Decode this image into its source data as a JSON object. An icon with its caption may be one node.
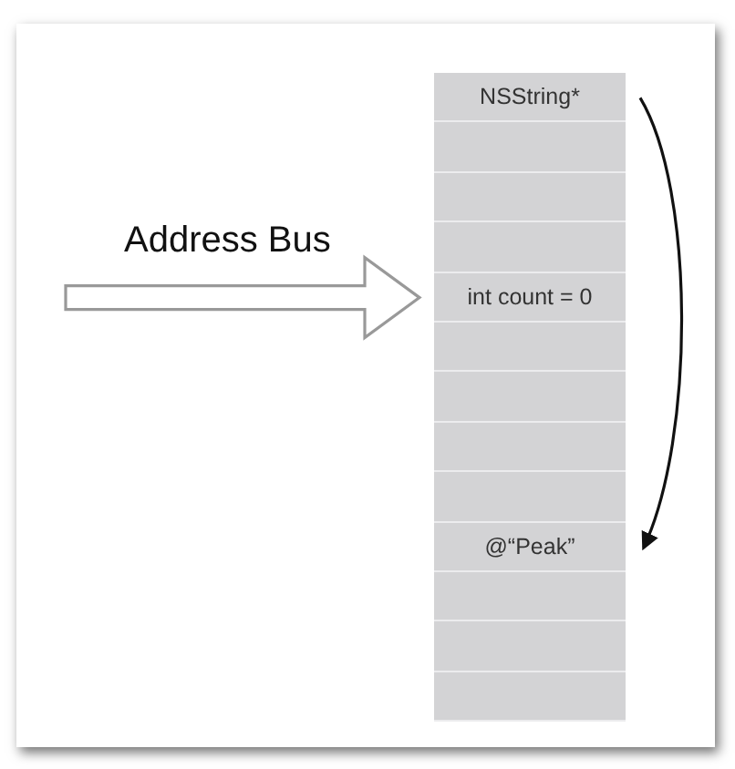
{
  "diagram": {
    "nodes": [
      {
        "text": [
          "NSString*"
        ]
      },
      {
        "text": [],
        "shape": "box"
      },
      {
        "text": [],
        "shape": "box"
      },
      {
        "text": [],
        "shape": "box"
      },
      {
        "text": [
          "int count = 0"
        ]
      },
      {
        "text": [],
        "shape": "box"
      },
      {
        "text": [],
        "shape": "box"
      },
      {
        "text": [],
        "shape": "box"
      },
      {
        "text": [],
        "shape": "box"
      },
      {
        "text": [
          "@“Peak”"
        ]
      },
      {
        "text": [],
        "shape": "box"
      },
      {
        "text": [],
        "shape": "box"
      },
      {
        "text": [],
        "shape": "box"
      }
    ],
    "edges": [
      {
        "from": null,
        "to": 4,
        "arrow": "to",
        "label": "Address Bus"
      },
      {
        "from": 0,
        "to": 9,
        "arrow": "to"
      }
    ]
  }
}
